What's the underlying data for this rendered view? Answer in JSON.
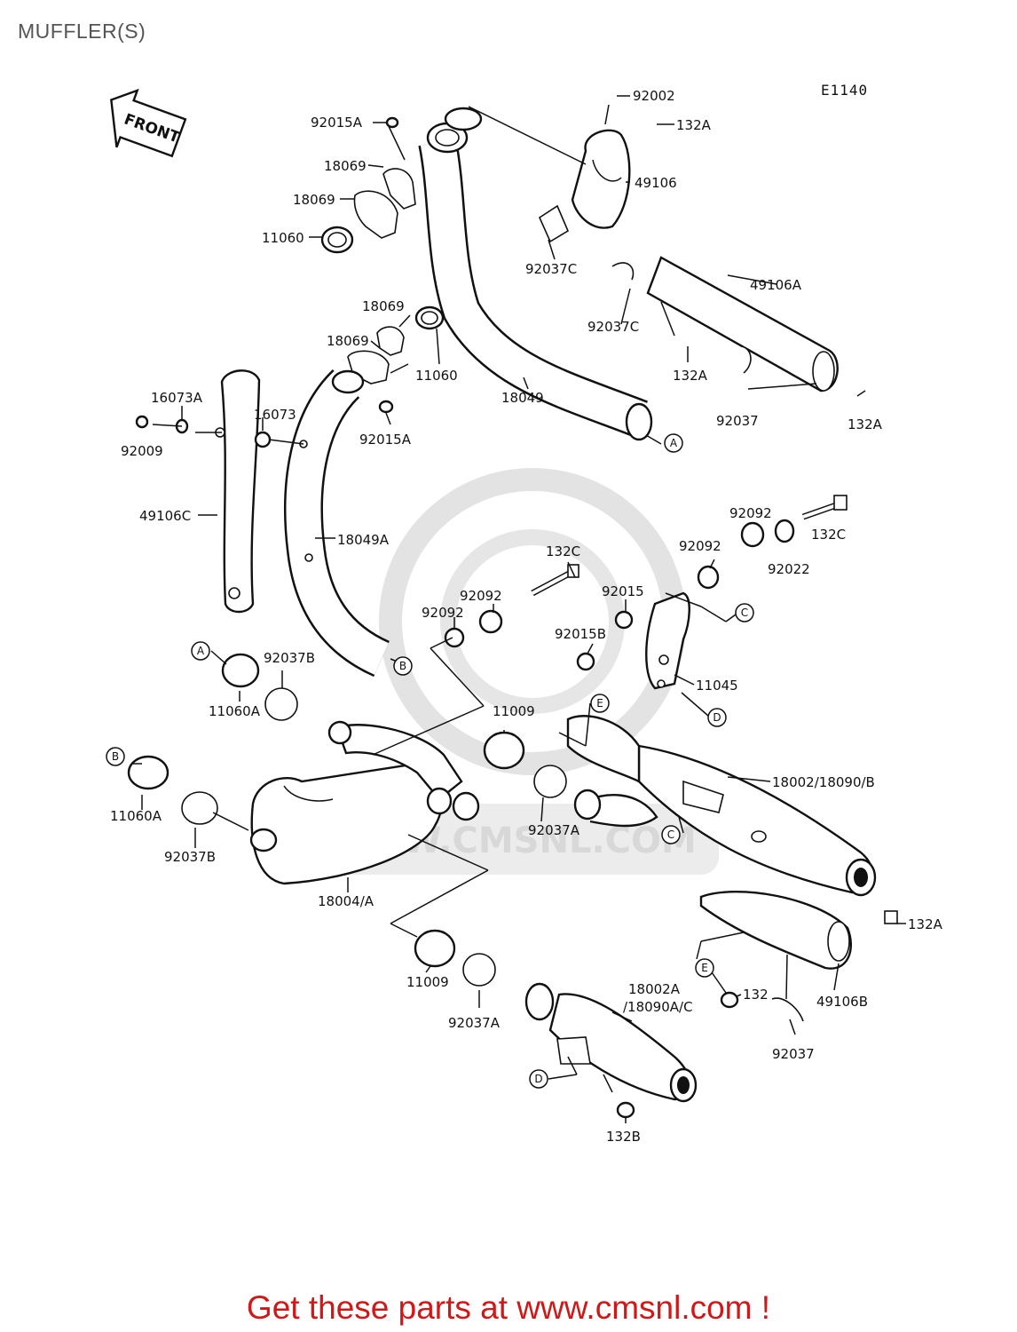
{
  "header": {
    "title": "MUFFLER(S)"
  },
  "diagram": {
    "drawing_code": "E1140",
    "front_label": "FRONT",
    "watermark": "WWW.CMSNL.COM",
    "ref_letters": [
      "A",
      "B",
      "C",
      "D",
      "E"
    ],
    "parts": [
      "92002",
      "132A",
      "49106",
      "92015A",
      "18069",
      "11060",
      "92037C",
      "49106A",
      "18049",
      "16073A",
      "16073",
      "92009",
      "49106C",
      "18049A",
      "92037",
      "92092",
      "132C",
      "92022",
      "92015",
      "92015B",
      "11045",
      "92037B",
      "11060A",
      "11009",
      "18002/18090/B",
      "92037A",
      "18004/A",
      "132",
      "49106B",
      "18002A",
      "/18090A/C",
      "132B"
    ]
  },
  "footer": {
    "promo": "Get these parts at www.cmsnl.com !"
  }
}
